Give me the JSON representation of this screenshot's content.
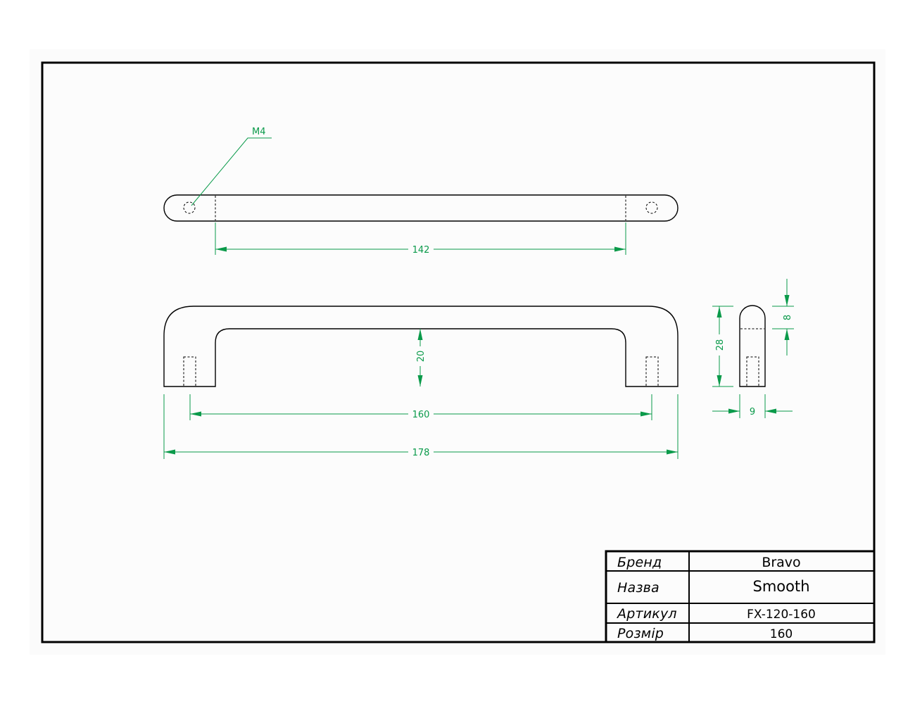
{
  "dimensions": {
    "thread": "M4",
    "hole_spacing_top": "142",
    "height": "20",
    "hole_spacing": "160",
    "overall_length": "178",
    "side_height": "28",
    "side_depth": "8",
    "side_width": "9"
  },
  "title_block": {
    "brand_label": "Бренд",
    "brand_value": "Bravo",
    "name_label": "Назва",
    "name_value": "Smooth",
    "article_label": "Артикул",
    "article_value": "FX-120-160",
    "size_label": "Розмір",
    "size_value": "160"
  },
  "colors": {
    "dimension": "#0a9a4a",
    "outline": "#000000"
  }
}
